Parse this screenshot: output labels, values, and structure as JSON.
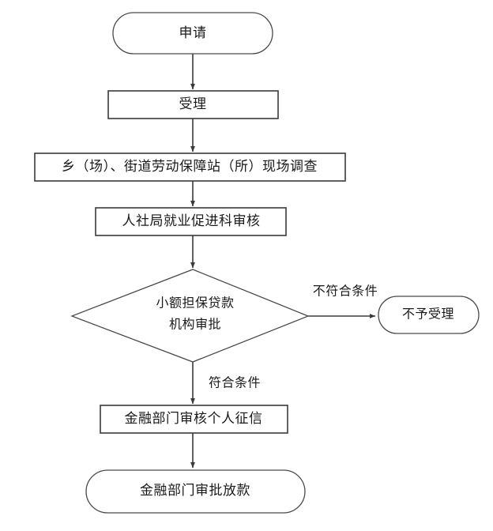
{
  "diagram": {
    "type": "flowchart",
    "orientation": "top-to-bottom",
    "background_color": "#ffffff",
    "stroke_color": "#3a3a3a",
    "text_color": "#1a1a1a",
    "nodes": [
      {
        "id": "apply",
        "shape": "stadium",
        "label": "申请"
      },
      {
        "id": "accept",
        "shape": "rectangle",
        "label": "受理"
      },
      {
        "id": "survey",
        "shape": "rectangle",
        "label": "乡（场）、街道劳动保障站（所）现场调查"
      },
      {
        "id": "review",
        "shape": "rectangle",
        "label": "人社局就业促进科审核"
      },
      {
        "id": "decision",
        "shape": "diamond",
        "label_line1": "小额担保贷款",
        "label_line2": "机构审批"
      },
      {
        "id": "reject",
        "shape": "stadium",
        "label": "不予受理"
      },
      {
        "id": "credit_check",
        "shape": "rectangle",
        "label": "金融部门审核个人征信"
      },
      {
        "id": "disburse",
        "shape": "stadium",
        "label": "金融部门审批放款"
      }
    ],
    "edges": [
      {
        "from": "apply",
        "to": "accept",
        "label": ""
      },
      {
        "from": "accept",
        "to": "survey",
        "label": ""
      },
      {
        "from": "survey",
        "to": "review",
        "label": ""
      },
      {
        "from": "review",
        "to": "decision",
        "label": ""
      },
      {
        "from": "decision",
        "to": "reject",
        "label": "不符合条件"
      },
      {
        "from": "decision",
        "to": "credit_check",
        "label": "符合条件"
      },
      {
        "from": "credit_check",
        "to": "disburse",
        "label": ""
      }
    ],
    "edge_labels": {
      "not_qualified": "不符合条件",
      "qualified": "符合条件"
    }
  }
}
